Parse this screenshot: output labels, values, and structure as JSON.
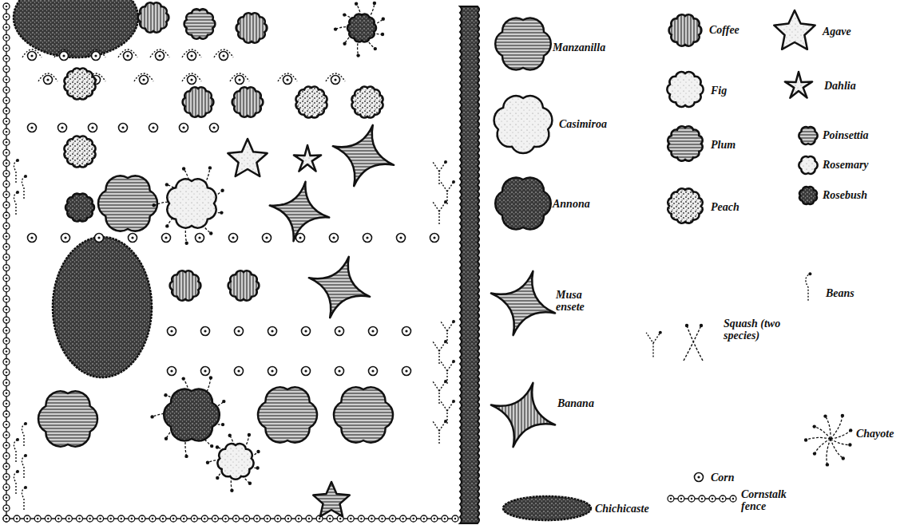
{
  "diagram": {
    "legend": [
      {
        "text": "Manzanilla"
      },
      {
        "text": "Coffee"
      },
      {
        "text": "Agave"
      },
      {
        "text": "Fig"
      },
      {
        "text": "Dahlia"
      },
      {
        "text": "Casimiroa"
      },
      {
        "text": "Plum"
      },
      {
        "text": "Poinsettia"
      },
      {
        "text": "Rosemary"
      },
      {
        "text": "Annona"
      },
      {
        "text": "Peach"
      },
      {
        "text": "Rosebush"
      },
      {
        "text": "Musa ensete"
      },
      {
        "text": "Beans"
      },
      {
        "text": "Squash (two species)"
      },
      {
        "text": "Banana"
      },
      {
        "text": "Chayote"
      },
      {
        "text": "Corn"
      },
      {
        "text": "Chichicaste"
      },
      {
        "text": "Cornstalk fence"
      }
    ]
  }
}
